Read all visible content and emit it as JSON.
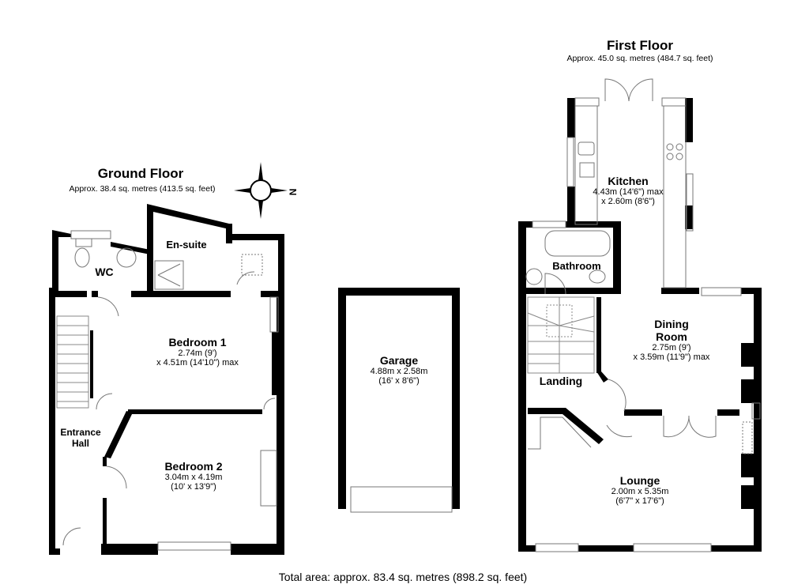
{
  "ground_floor": {
    "title": "Ground Floor",
    "area": "Approx. 38.4 sq. metres (413.5 sq. feet)",
    "rooms": {
      "wc": {
        "name": "WC"
      },
      "ensuite": {
        "name": "En-suite"
      },
      "bedroom1": {
        "name": "Bedroom 1",
        "dim1": "2.74m (9')",
        "dim2": "x 4.51m (14'10\") max"
      },
      "entrance_hall": {
        "name1": "Entrance",
        "name2": "Hall"
      },
      "bedroom2": {
        "name": "Bedroom 2",
        "dim1": "3.04m x 4.19m",
        "dim2": "(10' x 13'9\")"
      }
    }
  },
  "garage": {
    "name": "Garage",
    "dim1": "4.88m x 2.58m",
    "dim2": "(16' x 8'6\")"
  },
  "first_floor": {
    "title": "First Floor",
    "area": "Approx. 45.0 sq. metres (484.7 sq. feet)",
    "rooms": {
      "kitchen": {
        "name": "Kitchen",
        "dim1": "4.43m (14'6\") max",
        "dim2": "x 2.60m (8'6\")"
      },
      "bathroom": {
        "name": "Bathroom"
      },
      "dining": {
        "name1": "Dining",
        "name2": "Room",
        "dim1": "2.75m (9')",
        "dim2": "x 3.59m (11'9\") max"
      },
      "landing": {
        "name": "Landing"
      },
      "lounge": {
        "name": "Lounge",
        "dim1": "2.00m x 5.35m",
        "dim2": "(6'7\" x 17'6\")"
      }
    }
  },
  "compass": {
    "label": "N"
  },
  "footer": {
    "total": "Total area: approx. 83.4 sq. metres (898.2 sq. feet)"
  }
}
